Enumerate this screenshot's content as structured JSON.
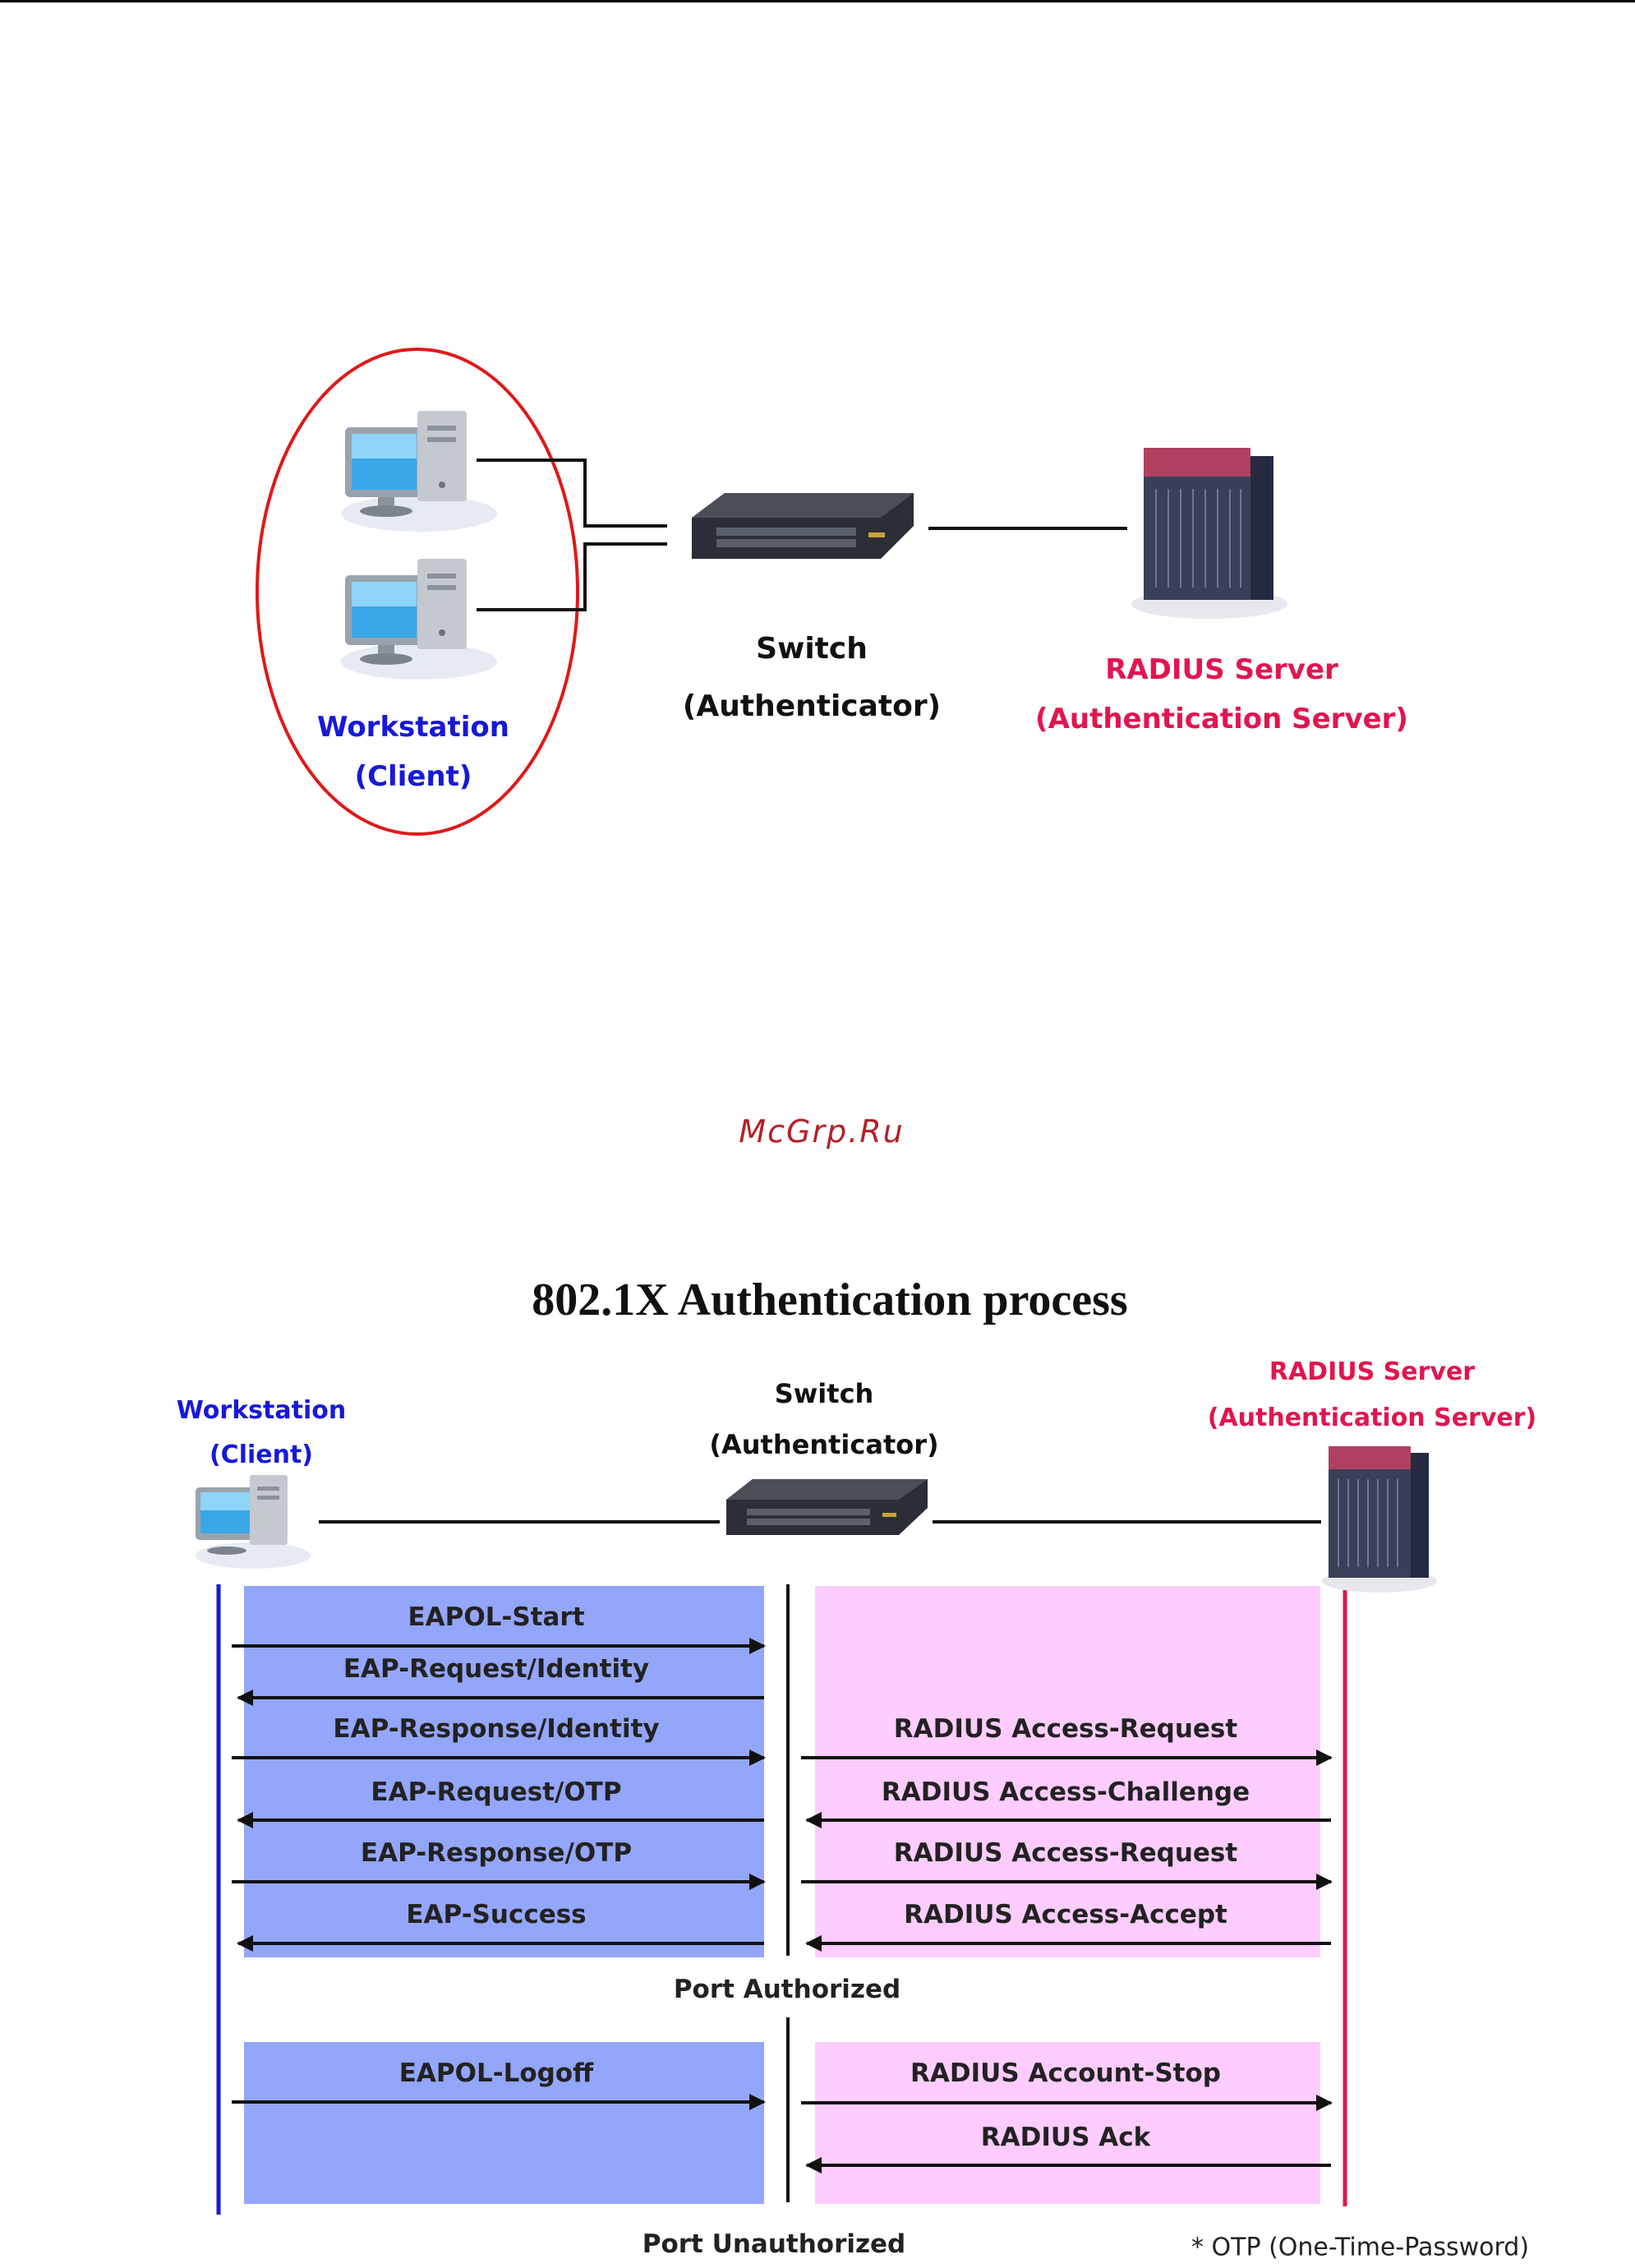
{
  "top_diagram": {
    "workstation": {
      "line1": "Workstation",
      "line2": "(Client)"
    },
    "switch": {
      "line1": "Switch",
      "line2": "(Authenticator)"
    },
    "radius": {
      "line1": "RADIUS Server",
      "line2": "(Authentication Server)"
    }
  },
  "watermark": "McGrp.Ru",
  "process": {
    "title": "802.1X Authentication process",
    "workstation": {
      "line1": "Workstation",
      "line2": "(Client)"
    },
    "switch": {
      "line1": "Switch",
      "line2": "(Authenticator)"
    },
    "radius": {
      "line1": "RADIUS Server",
      "line2": "(Authentication Server)"
    },
    "left_messages": [
      "EAPOL-Start",
      "EAP-Request/Identity",
      "EAP-Response/Identity",
      "EAP-Request/OTP",
      "EAP-Response/OTP",
      "EAP-Success"
    ],
    "right_messages": [
      "RADIUS Access-Request",
      "RADIUS Access-Challenge",
      "RADIUS Access-Request",
      "RADIUS Access-Accept"
    ],
    "port_authorized": "Port Authorized",
    "logoff_left": [
      "EAPOL-Logoff"
    ],
    "logoff_right": [
      "RADIUS Account-Stop",
      "RADIUS Ack"
    ],
    "port_unauthorized": "Port Unauthorized",
    "footnote": "* OTP (One-Time-Password)"
  },
  "colors": {
    "client_blue": "#1818d8",
    "radius_red": "#e0164e",
    "left_panel": "#94a6fa",
    "right_panel": "#ffccff",
    "ellipse": "#e01818"
  }
}
